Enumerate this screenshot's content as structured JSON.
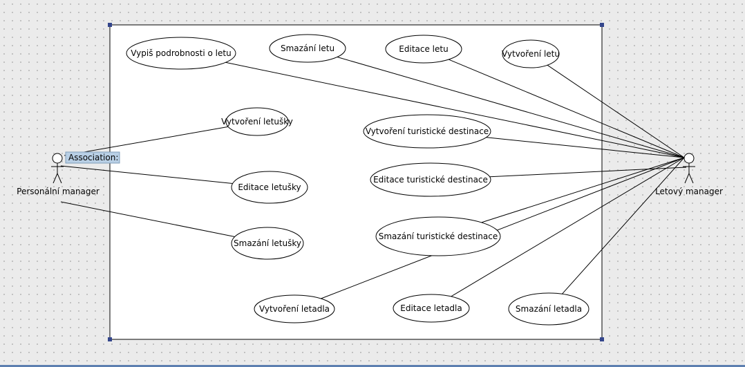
{
  "diagram": {
    "actors": [
      {
        "id": "personal",
        "name": "Personální manager"
      },
      {
        "id": "flight",
        "name": "Letový manager"
      }
    ],
    "use_cases": [
      {
        "id": "vypis",
        "label": "Vypiš podrobnosti o letu"
      },
      {
        "id": "smazani-letu",
        "label": "Smazání letu"
      },
      {
        "id": "editace-letu",
        "label": "Editace letu"
      },
      {
        "id": "vytvoreni-letu",
        "label": "Vytvoření letu"
      },
      {
        "id": "vytvoreni-letusky",
        "label": "Vytvoření letušky"
      },
      {
        "id": "vytvoreni-destinace",
        "label": "Vytvoření turistické destinace"
      },
      {
        "id": "editace-letusky",
        "label": "Editace letušky"
      },
      {
        "id": "editace-destinace",
        "label": "Editace turistické destinace"
      },
      {
        "id": "smazani-destinace",
        "label": "Smazání turistické destinace"
      },
      {
        "id": "smazani-letusky",
        "label": "Smazání letušky"
      },
      {
        "id": "vytvoreni-letadla",
        "label": "Vytvoření letadla"
      },
      {
        "id": "editace-letadla",
        "label": "Editace letadla"
      },
      {
        "id": "smazani-letadla",
        "label": "Smazání letadla"
      }
    ],
    "associations": [
      [
        "personal",
        "vytvoreni-letusky"
      ],
      [
        "personal",
        "editace-letusky"
      ],
      [
        "personal",
        "smazani-letusky"
      ],
      [
        "flight",
        "vypis"
      ],
      [
        "flight",
        "smazani-letu"
      ],
      [
        "flight",
        "editace-letu"
      ],
      [
        "flight",
        "vytvoreni-letu"
      ],
      [
        "flight",
        "vytvoreni-destinace"
      ],
      [
        "flight",
        "editace-destinace"
      ],
      [
        "flight",
        "smazani-destinace"
      ],
      [
        "flight",
        "vytvoreni-letadla"
      ],
      [
        "flight",
        "editace-letadla"
      ],
      [
        "flight",
        "smazani-letadla"
      ]
    ],
    "tooltip": {
      "text": "Association:"
    }
  },
  "colors": {
    "background": "#ebebeb",
    "grid_dot": "#b9b9b9",
    "system_fill": "#ffffff",
    "stroke": "#000000",
    "handle": "#34468c",
    "tooltip_fill": "#b8cfe5",
    "tooltip_border": "#7f9db9",
    "bottom_strip": "#5c7fb0"
  }
}
